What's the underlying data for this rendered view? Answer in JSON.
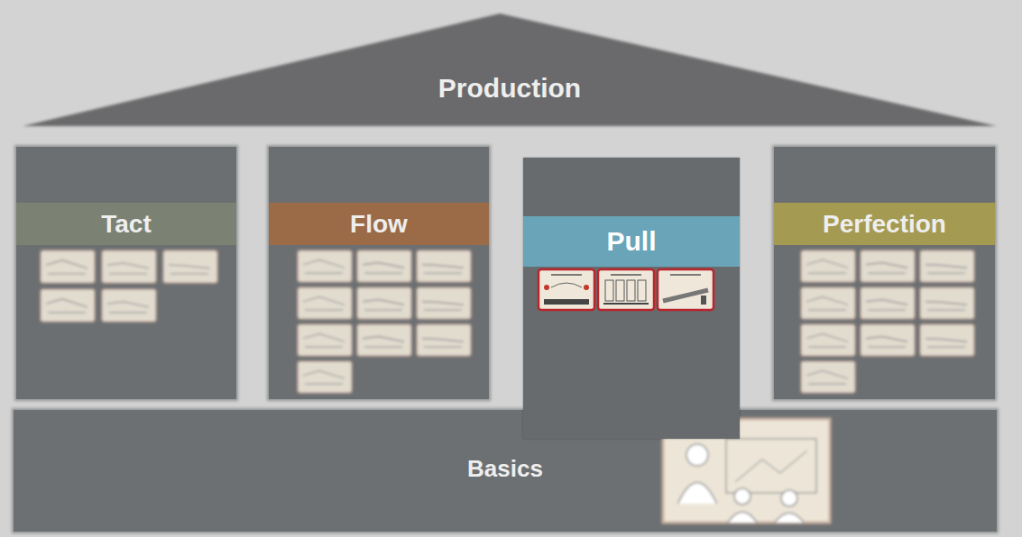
{
  "diagram": {
    "nodes": [
      {
        "text": [
          "Production"
        ]
      },
      {
        "text": [
          "Tact"
        ]
      },
      {
        "text": [
          "Flow"
        ]
      },
      {
        "text": [
          "Pull"
        ]
      },
      {
        "text": [
          "Perfection"
        ]
      },
      {
        "text": [
          "Basics"
        ]
      }
    ]
  }
}
